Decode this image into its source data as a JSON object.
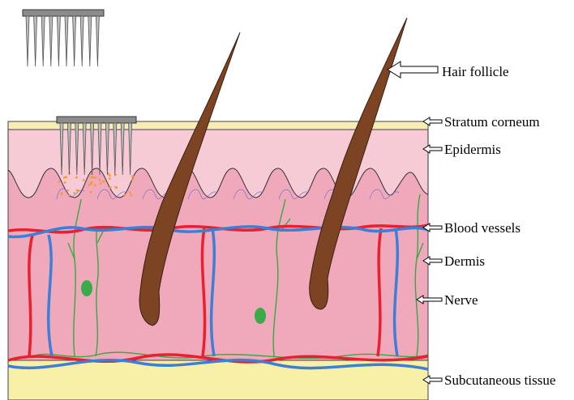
{
  "labels": {
    "hair_follicle": "Hair follicle",
    "stratum_corneum": "Stratum corneum",
    "epidermis": "Epidermis",
    "blood_vessels": "Blood vessels",
    "dermis": "Dermis",
    "nerve": "Nerve",
    "subcutaneous": "Subcutaneous tissue"
  },
  "colors": {
    "stratum_corneum": "#f6edb4",
    "epidermis": "#f7cbd5",
    "dermis": "#f0a9bb",
    "subcutaneous": "#f8f0a6",
    "hair": "#7d4424",
    "artery": "#e8202f",
    "vein": "#3d7fd6",
    "nerve": "#39a843",
    "gland": "#3bab4a",
    "microneedle": "#8c8c8c",
    "particles": "#f39a3c"
  },
  "icons": [
    "microneedle-array-icon",
    "inserted-microneedle-array-icon"
  ]
}
